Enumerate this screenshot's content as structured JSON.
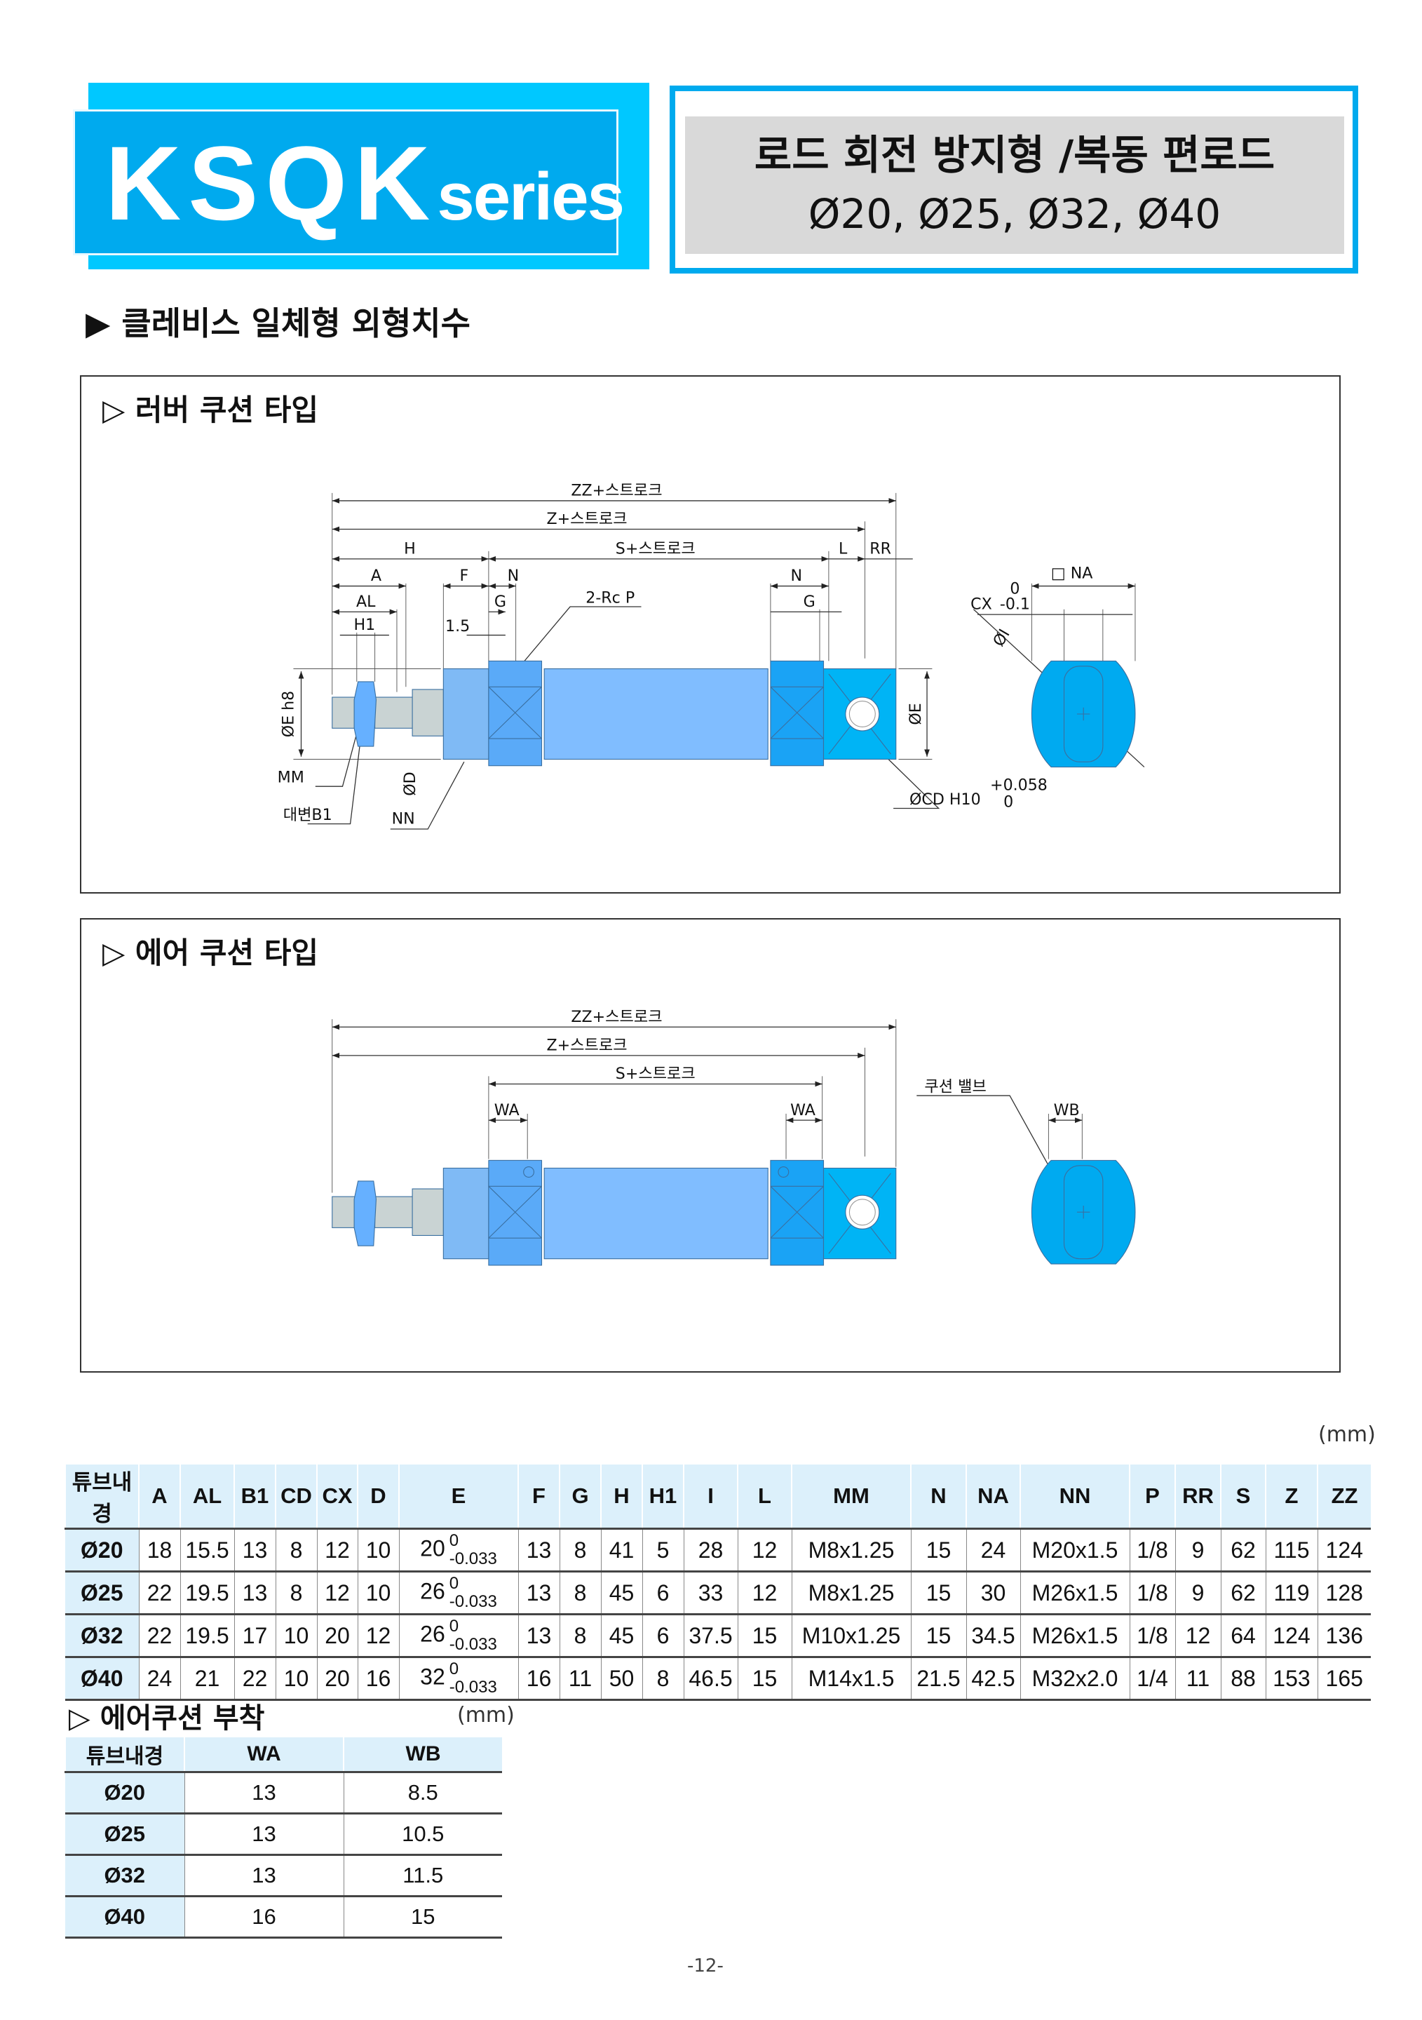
{
  "header": {
    "logo_main": "KSQK",
    "logo_sub": "series",
    "title": "로드 회전 방지형 /복동 편로드",
    "sizes": "Ø20, Ø25, Ø32, Ø40"
  },
  "section_heading": "▶ 클레비스 일체형 외형치수",
  "panel1": {
    "title": "▷ 러버 쿠션 타입",
    "labels": {
      "zz": "ZZ+스트로크",
      "z": "Z+스트로크",
      "h": "H",
      "s": "S+스트로크",
      "l": "L",
      "rr": "RR",
      "a": "A",
      "f": "F",
      "n1": "N",
      "n2": "N",
      "al": "AL",
      "g1": "G",
      "g2": "G",
      "rcp": "2-Rc P",
      "h1": "H1",
      "d15": "1.5",
      "na": "□ NA",
      "cx": "CX",
      "cx_upper": "0",
      "cx_lower": "-0.1",
      "phi_i": "ØI",
      "phi_e_h8": "ØE h8",
      "phi_d": "ØD",
      "phi_e": "ØE",
      "mm": "MM",
      "b1": "대변B1",
      "nn": "NN",
      "cd": "ØCD H10",
      "cd_upper": "+0.058",
      "cd_lower": "0"
    }
  },
  "panel2": {
    "title": "▷ 에어 쿠션 타입",
    "labels": {
      "zz": "ZZ+스트로크",
      "z": "Z+스트로크",
      "s": "S+스트로크",
      "wa1": "WA",
      "wa2": "WA",
      "valve": "쿠션 밸브",
      "wb": "WB"
    }
  },
  "colors": {
    "brand_light": "#00c8ff",
    "brand": "#00aaee",
    "table_header": "#dcf0fb"
  },
  "spec_table": {
    "unit": "(mm)",
    "headers": [
      "튜브내경",
      "A",
      "AL",
      "B1",
      "CD",
      "CX",
      "D",
      "E",
      "F",
      "G",
      "H",
      "H1",
      "I",
      "L",
      "MM",
      "N",
      "NA",
      "NN",
      "P",
      "RR",
      "S",
      "Z",
      "ZZ"
    ],
    "rows": [
      {
        "bore": "Ø20",
        "cells": [
          "18",
          "15.5",
          "13",
          "8",
          "12",
          "10"
        ],
        "e": "20",
        "e_upper": "0",
        "e_lower": "-0.033",
        "rest": [
          "13",
          "8",
          "41",
          "5",
          "28",
          "12",
          "M8x1.25",
          "15",
          "24",
          "M20x1.5",
          "1/8",
          "9",
          "62",
          "115",
          "124"
        ]
      },
      {
        "bore": "Ø25",
        "cells": [
          "22",
          "19.5",
          "13",
          "8",
          "12",
          "10"
        ],
        "e": "26",
        "e_upper": "0",
        "e_lower": "-0.033",
        "rest": [
          "13",
          "8",
          "45",
          "6",
          "33",
          "12",
          "M8x1.25",
          "15",
          "30",
          "M26x1.5",
          "1/8",
          "9",
          "62",
          "119",
          "128"
        ]
      },
      {
        "bore": "Ø32",
        "cells": [
          "22",
          "19.5",
          "17",
          "10",
          "20",
          "12"
        ],
        "e": "26",
        "e_upper": "0",
        "e_lower": "-0.033",
        "rest": [
          "13",
          "8",
          "45",
          "6",
          "37.5",
          "15",
          "M10x1.25",
          "15",
          "34.5",
          "M26x1.5",
          "1/8",
          "12",
          "64",
          "124",
          "136"
        ]
      },
      {
        "bore": "Ø40",
        "cells": [
          "24",
          "21",
          "22",
          "10",
          "20",
          "16"
        ],
        "e": "32",
        "e_upper": "0",
        "e_lower": "-0.033",
        "rest": [
          "16",
          "11",
          "50",
          "8",
          "46.5",
          "15",
          "M14x1.5",
          "21.5",
          "42.5",
          "M32x2.0",
          "1/4",
          "11",
          "88",
          "153",
          "165"
        ]
      }
    ]
  },
  "air_table": {
    "title": "▷ 에어쿠션 부착",
    "unit": "(mm)",
    "headers": [
      "튜브내경",
      "WA",
      "WB"
    ],
    "rows": [
      [
        "Ø20",
        "13",
        "8.5"
      ],
      [
        "Ø25",
        "13",
        "10.5"
      ],
      [
        "Ø32",
        "13",
        "11.5"
      ],
      [
        "Ø40",
        "16",
        "15"
      ]
    ]
  },
  "page_number": "-12-"
}
